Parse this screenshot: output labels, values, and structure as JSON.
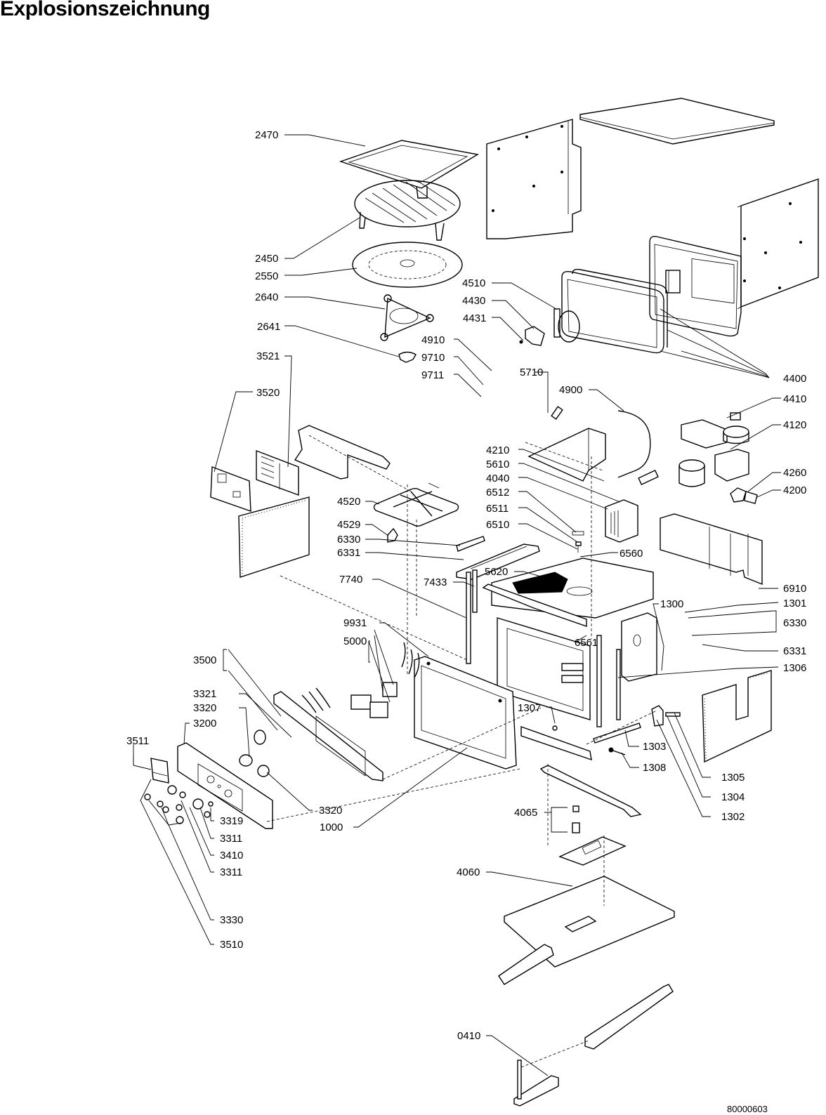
{
  "title": "Explosionszeichnung",
  "document_id": "80000603",
  "parts": [
    {
      "id": "2470",
      "label": "2470"
    },
    {
      "id": "2450",
      "label": "2450"
    },
    {
      "id": "2550",
      "label": "2550"
    },
    {
      "id": "2640",
      "label": "2640"
    },
    {
      "id": "2641",
      "label": "2641"
    },
    {
      "id": "4510",
      "label": "4510"
    },
    {
      "id": "4430",
      "label": "4430"
    },
    {
      "id": "4431",
      "label": "4431"
    },
    {
      "id": "4910",
      "label": "4910"
    },
    {
      "id": "9710",
      "label": "9710"
    },
    {
      "id": "9711",
      "label": "9711"
    },
    {
      "id": "3521",
      "label": "3521"
    },
    {
      "id": "3520",
      "label": "3520"
    },
    {
      "id": "5710",
      "label": "5710"
    },
    {
      "id": "4900",
      "label": "4900"
    },
    {
      "id": "4400",
      "label": "4400"
    },
    {
      "id": "4410",
      "label": "4410"
    },
    {
      "id": "4120",
      "label": "4120"
    },
    {
      "id": "4260",
      "label": "4260"
    },
    {
      "id": "4200",
      "label": "4200"
    },
    {
      "id": "4210",
      "label": "4210"
    },
    {
      "id": "5610",
      "label": "5610"
    },
    {
      "id": "4040",
      "label": "4040"
    },
    {
      "id": "6512",
      "label": "6512"
    },
    {
      "id": "6511",
      "label": "6511"
    },
    {
      "id": "6510",
      "label": "6510"
    },
    {
      "id": "6560",
      "label": "6560"
    },
    {
      "id": "4520",
      "label": "4520"
    },
    {
      "id": "4529",
      "label": "4529"
    },
    {
      "id": "6330a",
      "label": "6330"
    },
    {
      "id": "6331a",
      "label": "6331"
    },
    {
      "id": "7740",
      "label": "7740"
    },
    {
      "id": "7433",
      "label": "7433"
    },
    {
      "id": "5620",
      "label": "5620"
    },
    {
      "id": "6910",
      "label": "6910"
    },
    {
      "id": "1300",
      "label": "1300"
    },
    {
      "id": "1301",
      "label": "1301"
    },
    {
      "id": "6330b",
      "label": "6330"
    },
    {
      "id": "6331b",
      "label": "6331"
    },
    {
      "id": "1306",
      "label": "1306"
    },
    {
      "id": "9931",
      "label": "9931"
    },
    {
      "id": "5000",
      "label": "5000"
    },
    {
      "id": "6561",
      "label": "6561"
    },
    {
      "id": "3500",
      "label": "3500"
    },
    {
      "id": "3321",
      "label": "3321"
    },
    {
      "id": "3320a",
      "label": "3320"
    },
    {
      "id": "3200",
      "label": "3200"
    },
    {
      "id": "3511",
      "label": "3511"
    },
    {
      "id": "1307",
      "label": "1307"
    },
    {
      "id": "1303",
      "label": "1303"
    },
    {
      "id": "1308",
      "label": "1308"
    },
    {
      "id": "1305",
      "label": "1305"
    },
    {
      "id": "1304",
      "label": "1304"
    },
    {
      "id": "1302",
      "label": "1302"
    },
    {
      "id": "3320b",
      "label": "3320"
    },
    {
      "id": "1000",
      "label": "1000"
    },
    {
      "id": "3319",
      "label": "3319"
    },
    {
      "id": "3311a",
      "label": "3311"
    },
    {
      "id": "3410",
      "label": "3410"
    },
    {
      "id": "3311b",
      "label": "3311"
    },
    {
      "id": "4065",
      "label": "4065"
    },
    {
      "id": "4060",
      "label": "4060"
    },
    {
      "id": "3330",
      "label": "3330"
    },
    {
      "id": "3510",
      "label": "3510"
    },
    {
      "id": "0410",
      "label": "0410"
    }
  ]
}
